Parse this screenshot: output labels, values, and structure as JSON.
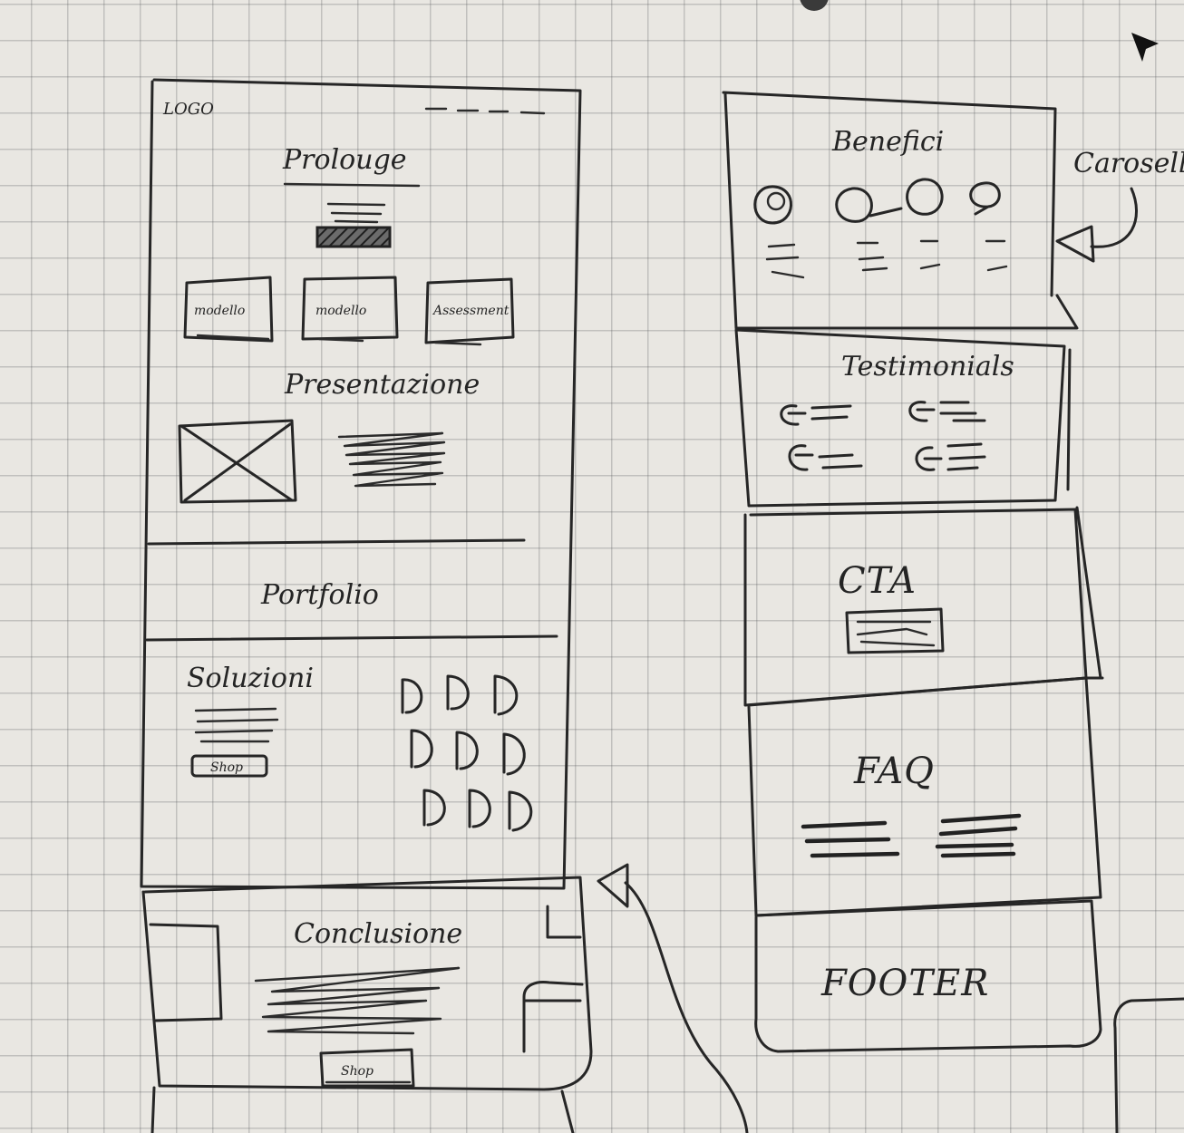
{
  "left_page": {
    "logo": "LOGO",
    "hero_title": "Prolouge",
    "feature_cards": [
      "modello",
      "modello",
      "Assessment"
    ],
    "section_title": "Presentazione",
    "divider_section": "Portfolio",
    "solutions_title": "Soluzioni",
    "solutions_button": "Shop",
    "conclusion_title": "Conclusione",
    "conclusion_button": "Shop"
  },
  "right_page": {
    "benefits_title": "Benefici",
    "annotation": "Carosello",
    "testimonials_title": "Testimonials",
    "cta_title": "CTA",
    "faq_title": "FAQ",
    "footer_title": "FOOTER"
  }
}
